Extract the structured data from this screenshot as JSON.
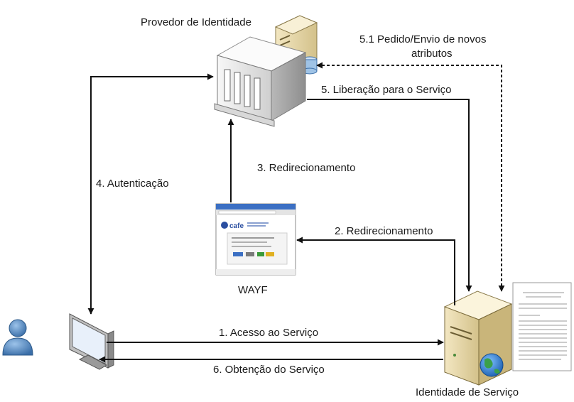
{
  "nodes": {
    "identity_provider": {
      "label": "Provedor de Identidade"
    },
    "service": {
      "label": "Identidade de Serviço"
    },
    "wayf": {
      "label": "WAYF",
      "logo_text": "cafe"
    }
  },
  "edges": {
    "step1": {
      "label": "1. Acesso ao Serviço"
    },
    "step2": {
      "label": "2. Redirecionamento"
    },
    "step3": {
      "label": "3. Redirecionamento"
    },
    "step4": {
      "label": "4. Autenticação"
    },
    "step5": {
      "label": "5. Liberação para o Serviço"
    },
    "step5_1": {
      "label_line1": "5.1 Pedido/Envio de novos",
      "label_line2": "atributos"
    },
    "step6": {
      "label": "6. Obtenção do Serviço"
    }
  },
  "colors": {
    "arrow": "#111111",
    "server_light": "#f2f2f2",
    "server_shade": "#bdbdbd",
    "user_blue": "#4a7fb8",
    "globe": "#2a7fd0",
    "logo_blue": "#2a4ea0"
  }
}
